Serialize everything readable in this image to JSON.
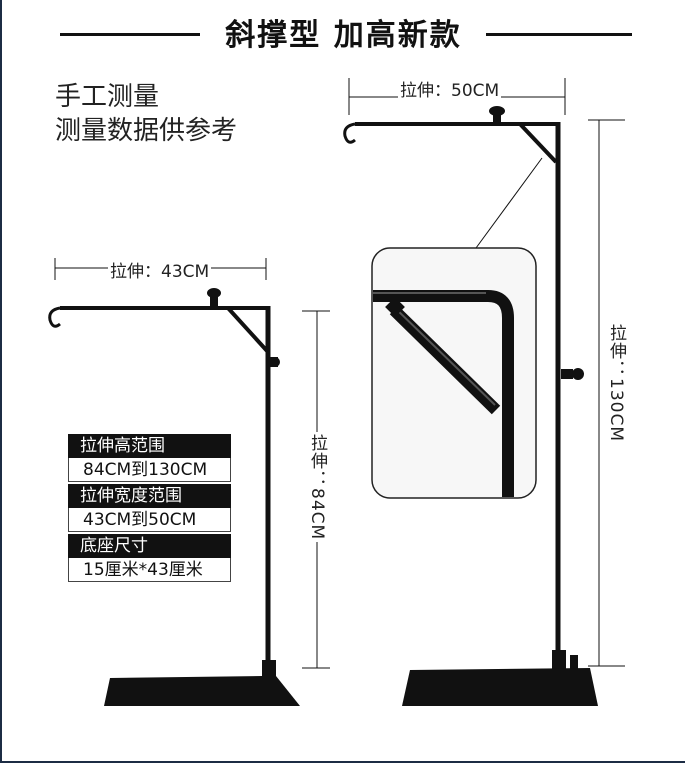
{
  "header": {
    "title": "斜撑型 加高新款"
  },
  "notes": {
    "line1": "手工测量",
    "line2": "测量数据供参考"
  },
  "dimensions": {
    "small_width": "拉伸：43CM",
    "small_height": "拉伸：84CM",
    "large_width": "拉伸：50CM",
    "large_height": "拉伸：130CM"
  },
  "specs": [
    {
      "label": "拉伸高范围",
      "value": "84CM到130CM"
    },
    {
      "label": "拉伸宽度范围",
      "value": "43CM到50CM"
    },
    {
      "label": "底座尺寸",
      "value": "15厘米*43厘米"
    }
  ]
}
